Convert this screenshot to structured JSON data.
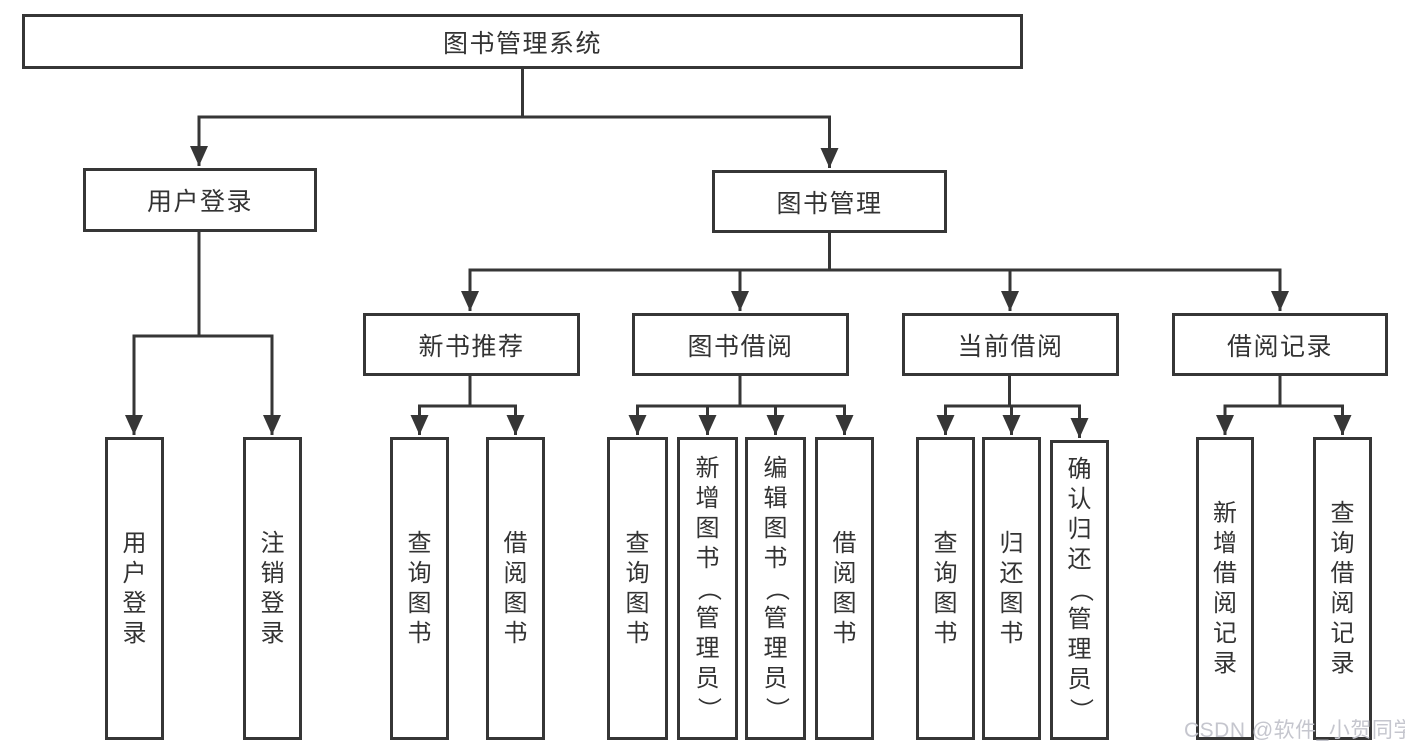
{
  "tree": {
    "label": "图书管理系统",
    "children": [
      {
        "label": "用户登录",
        "children": [
          {
            "label": "用户登录"
          },
          {
            "label": "注销登录"
          }
        ]
      },
      {
        "label": "图书管理",
        "children": [
          {
            "label": "新书推荐",
            "children": [
              {
                "label": "查询图书"
              },
              {
                "label": "借阅图书"
              }
            ]
          },
          {
            "label": "图书借阅",
            "children": [
              {
                "label": "查询图书"
              },
              {
                "label": "新增图书（管理员）"
              },
              {
                "label": "编辑图书（管理员）"
              },
              {
                "label": "借阅图书"
              }
            ]
          },
          {
            "label": "当前借阅",
            "children": [
              {
                "label": "查询图书"
              },
              {
                "label": "归还图书"
              },
              {
                "label": "确认归还（管理员）"
              }
            ]
          },
          {
            "label": "借阅记录",
            "children": [
              {
                "label": "新增借阅记录"
              },
              {
                "label": "查询借阅记录"
              }
            ]
          }
        ]
      }
    ]
  },
  "watermark": "CSDN @软件_小贺同学",
  "colors": {
    "line": "#363636",
    "text": "#333333",
    "background": "#ffffff",
    "watermark": "#c5c6ce"
  }
}
